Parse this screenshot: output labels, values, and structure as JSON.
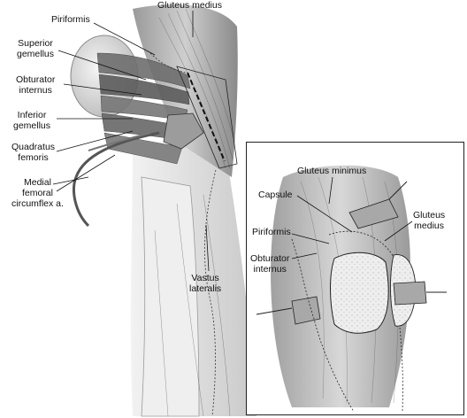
{
  "left_labels": {
    "piriformis": "Piriformis",
    "superior_gemellus": "Superior\ngemellus",
    "obturator_internus": "Obturator\ninternus",
    "inferior_gemellus": "Inferior\ngemellus",
    "quadratus_femoris": "Quadratus\nfemoris",
    "medial_femoral_circumflex": "Medial\nfemoral\ncircumflex a.",
    "gluteus_medius": "Gluteus medius",
    "vastus_lateralis": "Vastus\nlateralis"
  },
  "inset_labels": {
    "gluteus_minimus": "Gluteus minimus",
    "capsule": "Capsule",
    "piriformis": "Piriformis",
    "obturator_internus": "Obturator\ninternus",
    "gluteus_medius": "Gluteus\nmedius"
  },
  "colors": {
    "muscle_dark": "#5a5a5a",
    "muscle_mid": "#8e8e8e",
    "muscle_light": "#c4c4c4",
    "bone": "#e9e9e9",
    "line": "#111111"
  }
}
